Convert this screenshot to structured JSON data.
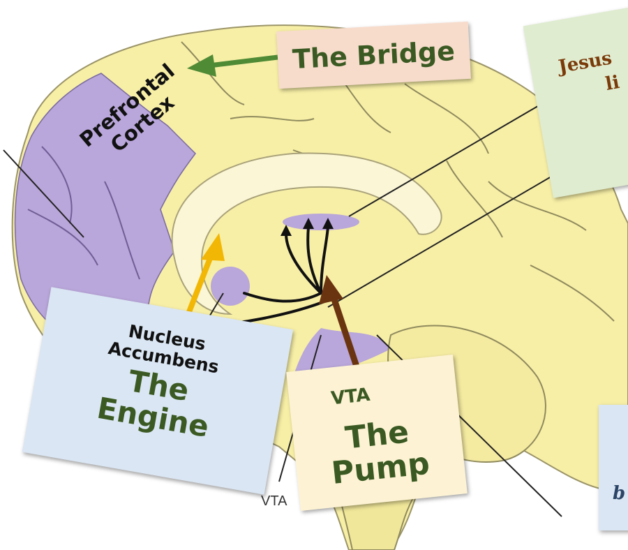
{
  "labels": {
    "bridge_title": "The Bridge",
    "prefrontal_line1": "Prefrontal",
    "prefrontal_line2": "Cortex",
    "nucleus_line1": "Nucleus",
    "nucleus_line2": "Accumbens",
    "engine_line1": "The",
    "engine_line2": "Engine",
    "vta_small": "VTA",
    "pump_line1": "The",
    "pump_line2": "Pump",
    "vta_diagram": "VTA",
    "jesus_line1": "Jesus",
    "jesus_line2": "li",
    "right_fragment": "b"
  },
  "colors": {
    "brain_fill": "#f7efa6",
    "cortex_highlight": "#b9a6da",
    "green_arrow": "#4f8a35",
    "yellow_arrow": "#f2b705",
    "brown_arrow": "#6b3410",
    "bridge_box": "#f7dccc",
    "jesus_box": "#dfeccf",
    "nucleus_box": "#dae6f3",
    "pump_box": "#fdf3d4",
    "right_box": "#dae6f3"
  }
}
